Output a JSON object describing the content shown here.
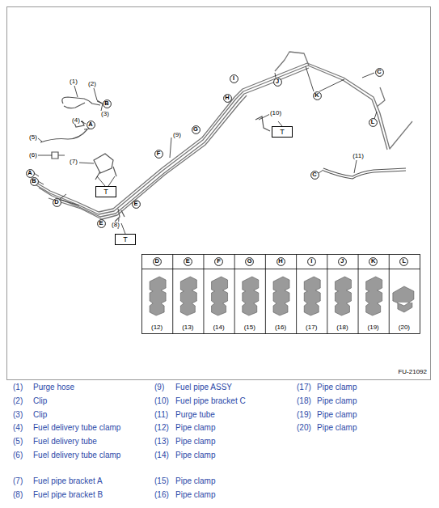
{
  "diagram": {
    "nodes": [
      {
        "text": [
          "B"
        ]
      },
      {
        "text": [
          "A"
        ]
      },
      {
        "text": [
          "A"
        ]
      },
      {
        "text": [
          "B"
        ]
      },
      {
        "text": [
          "D"
        ]
      },
      {
        "text": [
          "E"
        ]
      },
      {
        "text": [
          "E"
        ]
      },
      {
        "text": [
          "F"
        ]
      },
      {
        "text": [
          "G"
        ]
      },
      {
        "text": [
          "H"
        ]
      },
      {
        "text": [
          "I"
        ]
      },
      {
        "text": [
          "J"
        ]
      },
      {
        "text": [
          "K"
        ]
      },
      {
        "text": [
          "C"
        ]
      },
      {
        "text": [
          "L"
        ]
      },
      {
        "text": [
          "C"
        ]
      },
      {
        "text": [
          "T"
        ]
      },
      {
        "text": [
          "T"
        ]
      },
      {
        "text": [
          "T"
        ]
      },
      {
        "text": [
          "D"
        ]
      },
      {
        "text": [
          "E"
        ]
      },
      {
        "text": [
          "F"
        ]
      },
      {
        "text": [
          "G"
        ]
      },
      {
        "text": [
          "H"
        ]
      },
      {
        "text": [
          "I"
        ]
      },
      {
        "text": [
          "J"
        ]
      },
      {
        "text": [
          "K"
        ]
      },
      {
        "text": [
          "L"
        ]
      }
    ],
    "labels": [
      "(1)",
      "(2)",
      "(3)",
      "(4)",
      "(5)",
      "(6)",
      "(7)",
      "(8)",
      "(9)",
      "(10)",
      "(11)",
      "(12)",
      "(13)",
      "(14)",
      "(15)",
      "(16)",
      "(17)",
      "(18)",
      "(19)",
      "(20)",
      "FU-21092",
      "(1)",
      "Purge hose",
      "(2)",
      "Clip",
      "(3)",
      "Clip",
      "(4)",
      "Fuel delivery tube clamp",
      "(5)",
      "Fuel delivery tube",
      "(6)",
      "Fuel delivery tube clamp",
      "(7)",
      "Fuel pipe bracket A",
      "(8)",
      "Fuel pipe bracket B",
      "(9)",
      "Fuel pipe ASSY",
      "(10)",
      "Fuel pipe bracket C",
      "(11)",
      "Purge tube",
      "(12)",
      "Pipe clamp",
      "(13)",
      "Pipe clamp",
      "(14)",
      "Pipe clamp",
      "(15)",
      "Pipe clamp",
      "(16)",
      "Pipe clamp",
      "(17)",
      "Pipe clamp",
      "(18)",
      "Pipe clamp",
      "(19)",
      "Pipe clamp",
      "(20)",
      "Pipe clamp"
    ]
  }
}
